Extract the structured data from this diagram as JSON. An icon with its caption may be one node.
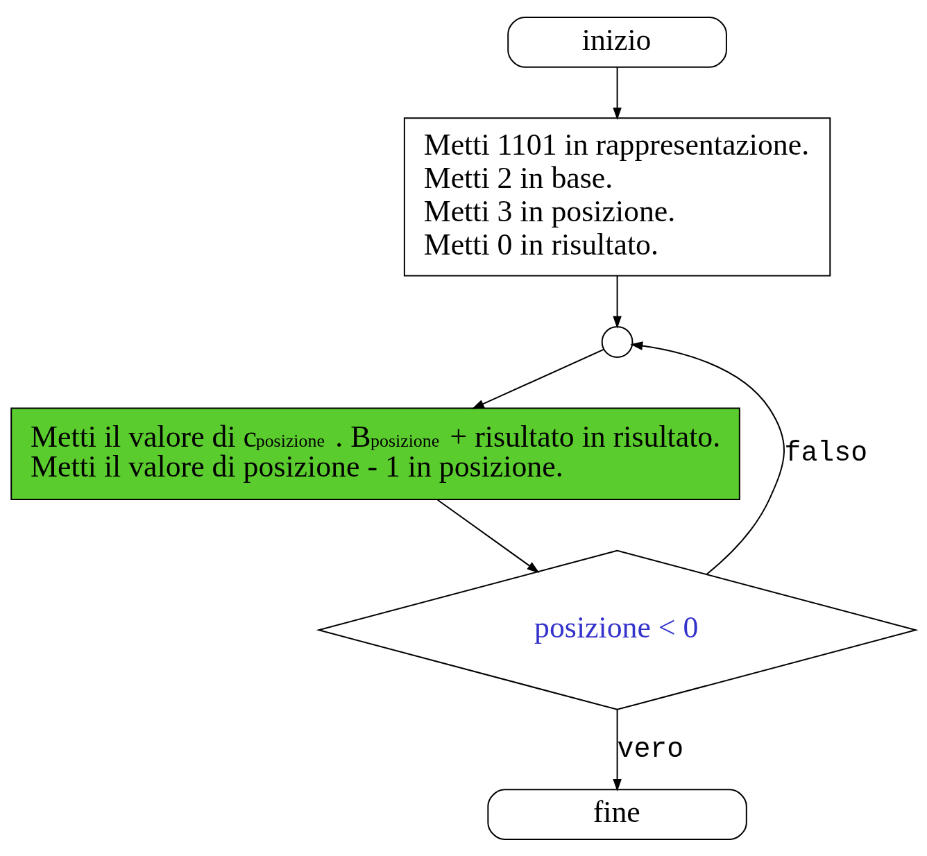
{
  "diagram": {
    "nodes": [
      {
        "text": [
          "inizio"
        ]
      },
      {
        "text": [
          "Metti 1101 in rappresentazione.",
          "Metti 2 in base.",
          "Metti 3 in posizione.",
          "Metti 0 in risultato."
        ]
      },
      {
        "text": [],
        "shape": "circle"
      },
      {
        "text": [
          "Metti il valore di c$_{posizione}$ . B$^{posizione}$ + risultato in risultato.",
          "Metti il valore di posizione - 1 in posizione."
        ]
      },
      {
        "text": [
          "posizione < 0"
        ]
      },
      {
        "text": [
          "fine"
        ]
      }
    ],
    "edges": [
      {
        "from": 0,
        "to": 1,
        "arrow": "to"
      },
      {
        "from": 1,
        "to": 2,
        "arrow": "to"
      },
      {
        "from": 2,
        "to": 3,
        "arrow": "to"
      },
      {
        "from": 3,
        "to": 4,
        "arrow": "to"
      },
      {
        "from": 4,
        "to": 2,
        "arrow": "to",
        "label": "falso"
      },
      {
        "from": 4,
        "to": 5,
        "arrow": "to",
        "label": "vero"
      }
    ]
  }
}
